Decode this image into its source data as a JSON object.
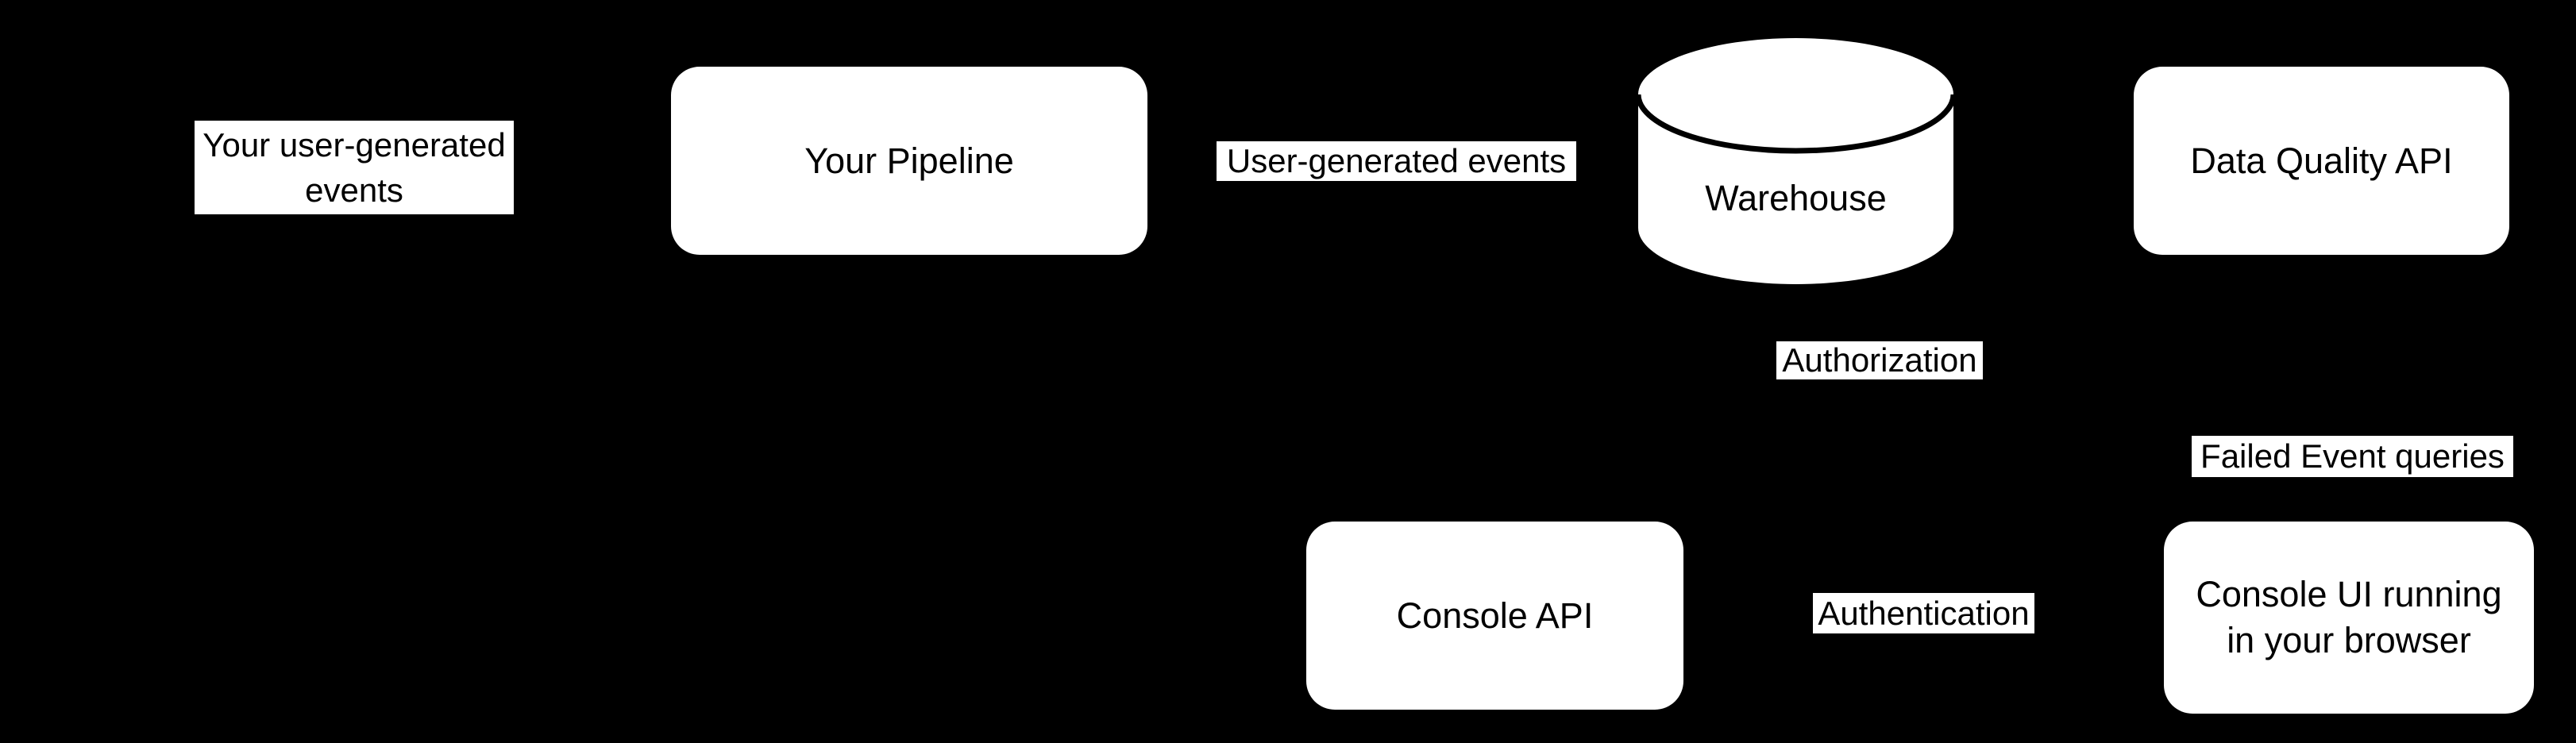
{
  "diagram": {
    "colors": {
      "background": "#000000",
      "node_fill": "#ffffff",
      "text": "#000000",
      "cylinder_stroke": "#000000"
    },
    "nodes": {
      "source_label": "Your user-generated events",
      "pipeline": "Your Pipeline",
      "warehouse": "Warehouse",
      "data_quality_api": "Data Quality API",
      "console_api": "Console API",
      "console_ui": "Console UI running in your browser"
    },
    "edge_labels": {
      "user_generated_events": "User-generated events",
      "authorization": "Authorization",
      "failed_event_queries": "Failed Event queries",
      "authentication": "Authentication"
    }
  }
}
